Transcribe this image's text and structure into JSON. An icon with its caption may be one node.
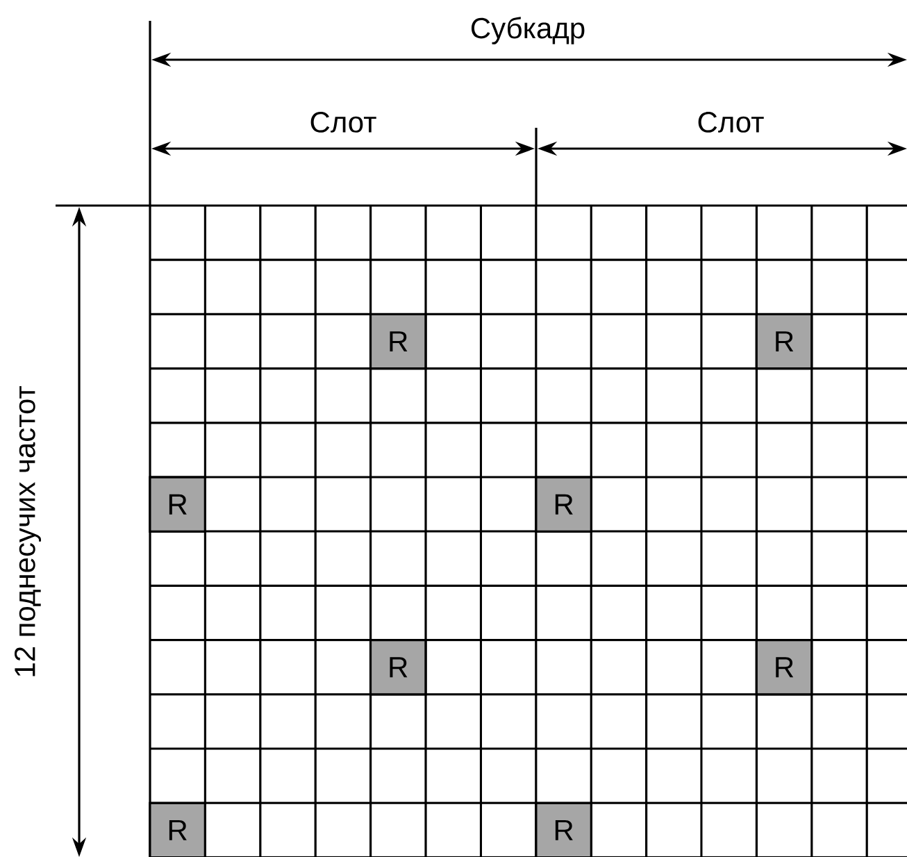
{
  "diagram": {
    "nodes": [
      {
        "text": [
          "R"
        ]
      },
      {
        "text": [
          "R"
        ]
      },
      {
        "text": [
          "R"
        ]
      },
      {
        "text": [
          "R"
        ]
      },
      {
        "text": [
          "R"
        ]
      },
      {
        "text": [
          "R"
        ]
      },
      {
        "text": [
          "R"
        ]
      },
      {
        "text": [
          "R"
        ]
      }
    ],
    "edges": [],
    "labels": [
      "Субкадр",
      "Слот",
      "Слот",
      "12 поднесучих частот"
    ]
  }
}
